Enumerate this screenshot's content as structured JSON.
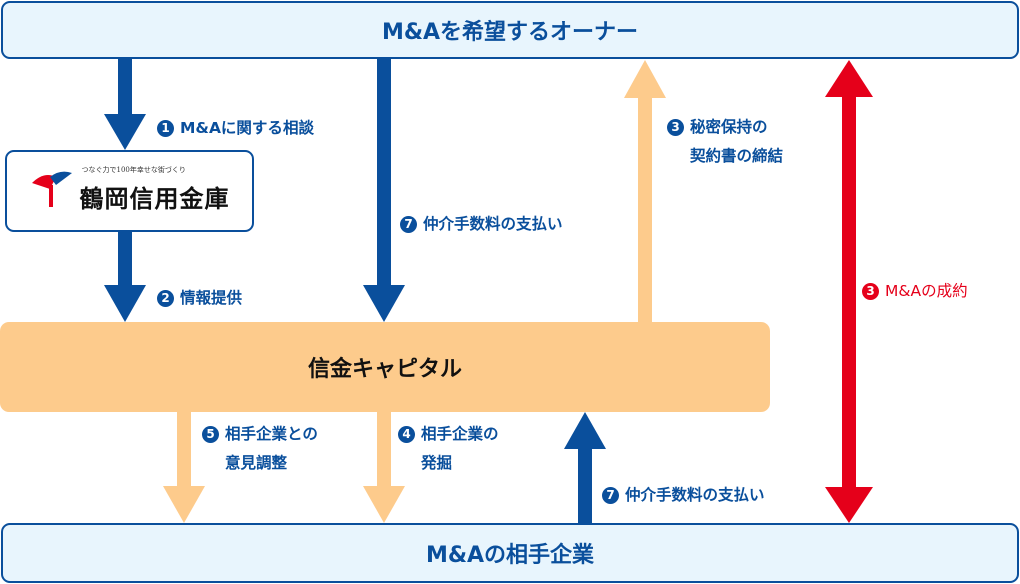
{
  "nodes": {
    "owner": "M&Aを希望するオーナー",
    "bank": {
      "tagline": "つなぐ力で100年幸せな街づくり",
      "name": "鶴岡信用金庫"
    },
    "capital": "信金キャピタル",
    "partner": "M&Aの相手企業"
  },
  "colors": {
    "blue": "#0a4f9c",
    "orange": "#fdcb8c",
    "red": "#e5001a",
    "light_blue_bg": "#e8f5fd"
  },
  "labels": {
    "step1": {
      "num": "1",
      "line1": "M&Aに関する相談"
    },
    "step2": {
      "num": "2",
      "line1": "情報提供"
    },
    "step3a": {
      "num": "3",
      "line1": "秘密保持の",
      "line2": "契約書の締結"
    },
    "step3b": {
      "num": "3",
      "line1": "M&Aの成約"
    },
    "step4": {
      "num": "4",
      "line1": "相手企業の",
      "line2": "発掘"
    },
    "step5": {
      "num": "5",
      "line1": "相手企業との",
      "line2": "意見調整"
    },
    "step7a": {
      "num": "7",
      "line1": "仲介手数料の支払い"
    },
    "step7b": {
      "num": "7",
      "line1": "仲介手数料の支払い"
    }
  }
}
